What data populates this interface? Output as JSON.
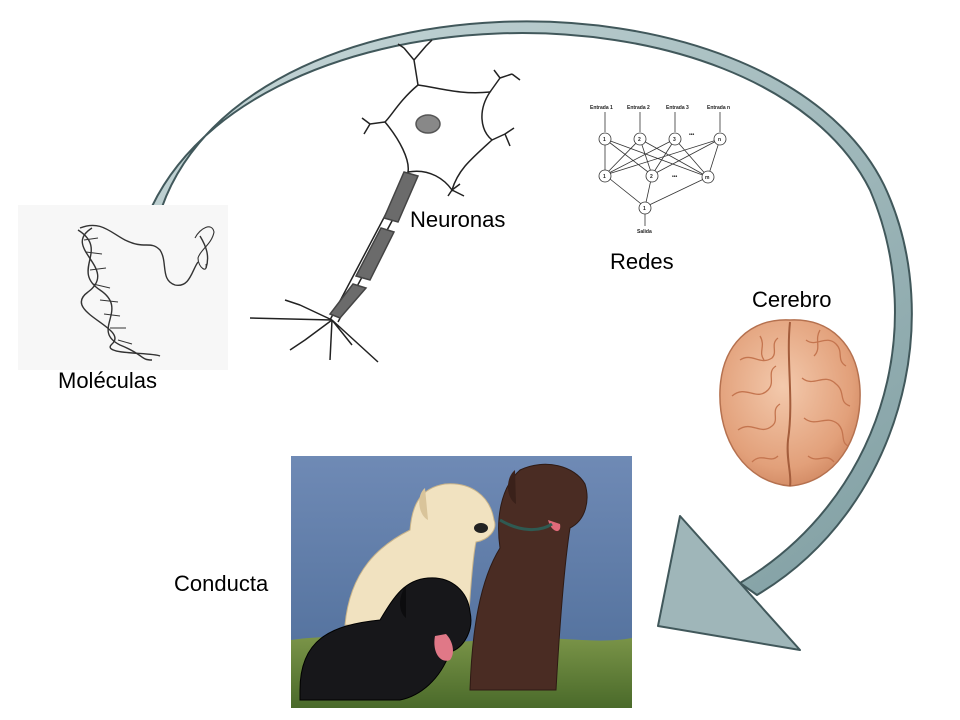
{
  "labels": {
    "molecules": "Moléculas",
    "neurons": "Neuronas",
    "networks": "Redes",
    "brain": "Cerebro",
    "behavior": "Conducta"
  },
  "network": {
    "inputs": [
      "Entrada 1",
      "Entrada 2",
      "Entrada 3",
      "Entrada n"
    ],
    "input_nodes": [
      "1",
      "2",
      "3",
      "n"
    ],
    "hidden_nodes": [
      "1",
      "2",
      "m"
    ],
    "ellipsis": "•••",
    "output_node": "1",
    "output": "Salida"
  },
  "colors": {
    "arrow_fill": "#9fb6b9",
    "arrow_stroke": "#41585b",
    "brain": "#e0a07c",
    "axon": "#6b6b6b",
    "water": "#5a78a3",
    "grass": "#5d7a35"
  }
}
